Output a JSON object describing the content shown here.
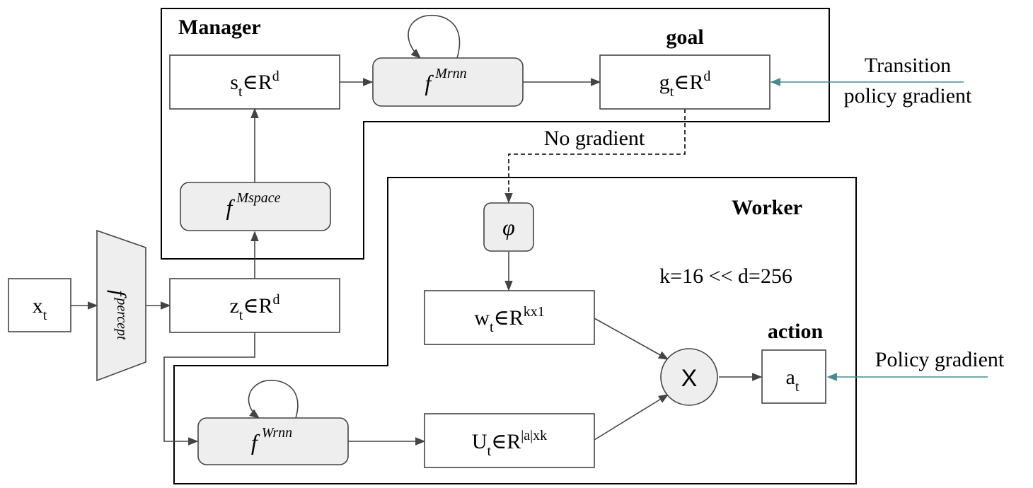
{
  "manager": {
    "title": "Manager"
  },
  "worker": {
    "title": "Worker"
  },
  "nodes": {
    "x": {
      "main": "x",
      "sub": "t"
    },
    "percept": {
      "main": "f",
      "sup": "percept"
    },
    "z": {
      "main": "z",
      "sub": "t",
      "rel": "∈R",
      "sup": "d"
    },
    "s": {
      "main": "s",
      "sub": "t",
      "rel": "∈R",
      "sup": "d"
    },
    "mspace": {
      "main": "f",
      "sup": "Mspace"
    },
    "mrnn": {
      "main": "f",
      "sup": "Mrnn"
    },
    "g": {
      "main": "g",
      "sub": "t",
      "rel": "∈R",
      "sup": "d"
    },
    "phi": {
      "main": "φ"
    },
    "w": {
      "main": "w",
      "sub": "t",
      "rel": "∈R",
      "sup": "kx1"
    },
    "wrnn": {
      "main": "f",
      "sup": "Wrnn"
    },
    "u": {
      "main": "U",
      "sub": "t",
      "rel": "∈R",
      "sup": "|a|xk"
    },
    "mult": {
      "main": "X"
    },
    "a": {
      "main": "a",
      "sub": "t"
    }
  },
  "labels": {
    "goal": "goal",
    "action": "action",
    "no_gradient": "No gradient",
    "k_d": "k=16 << d=256",
    "transition_1": "Transition",
    "transition_2": "policy gradient",
    "policy_gradient": "Policy gradient"
  },
  "colors": {
    "stroke": "#333333",
    "box_fill": "#ffffff",
    "rounded_fill": "#eeeeee",
    "gradient_arrow": "#4a8a8e"
  }
}
